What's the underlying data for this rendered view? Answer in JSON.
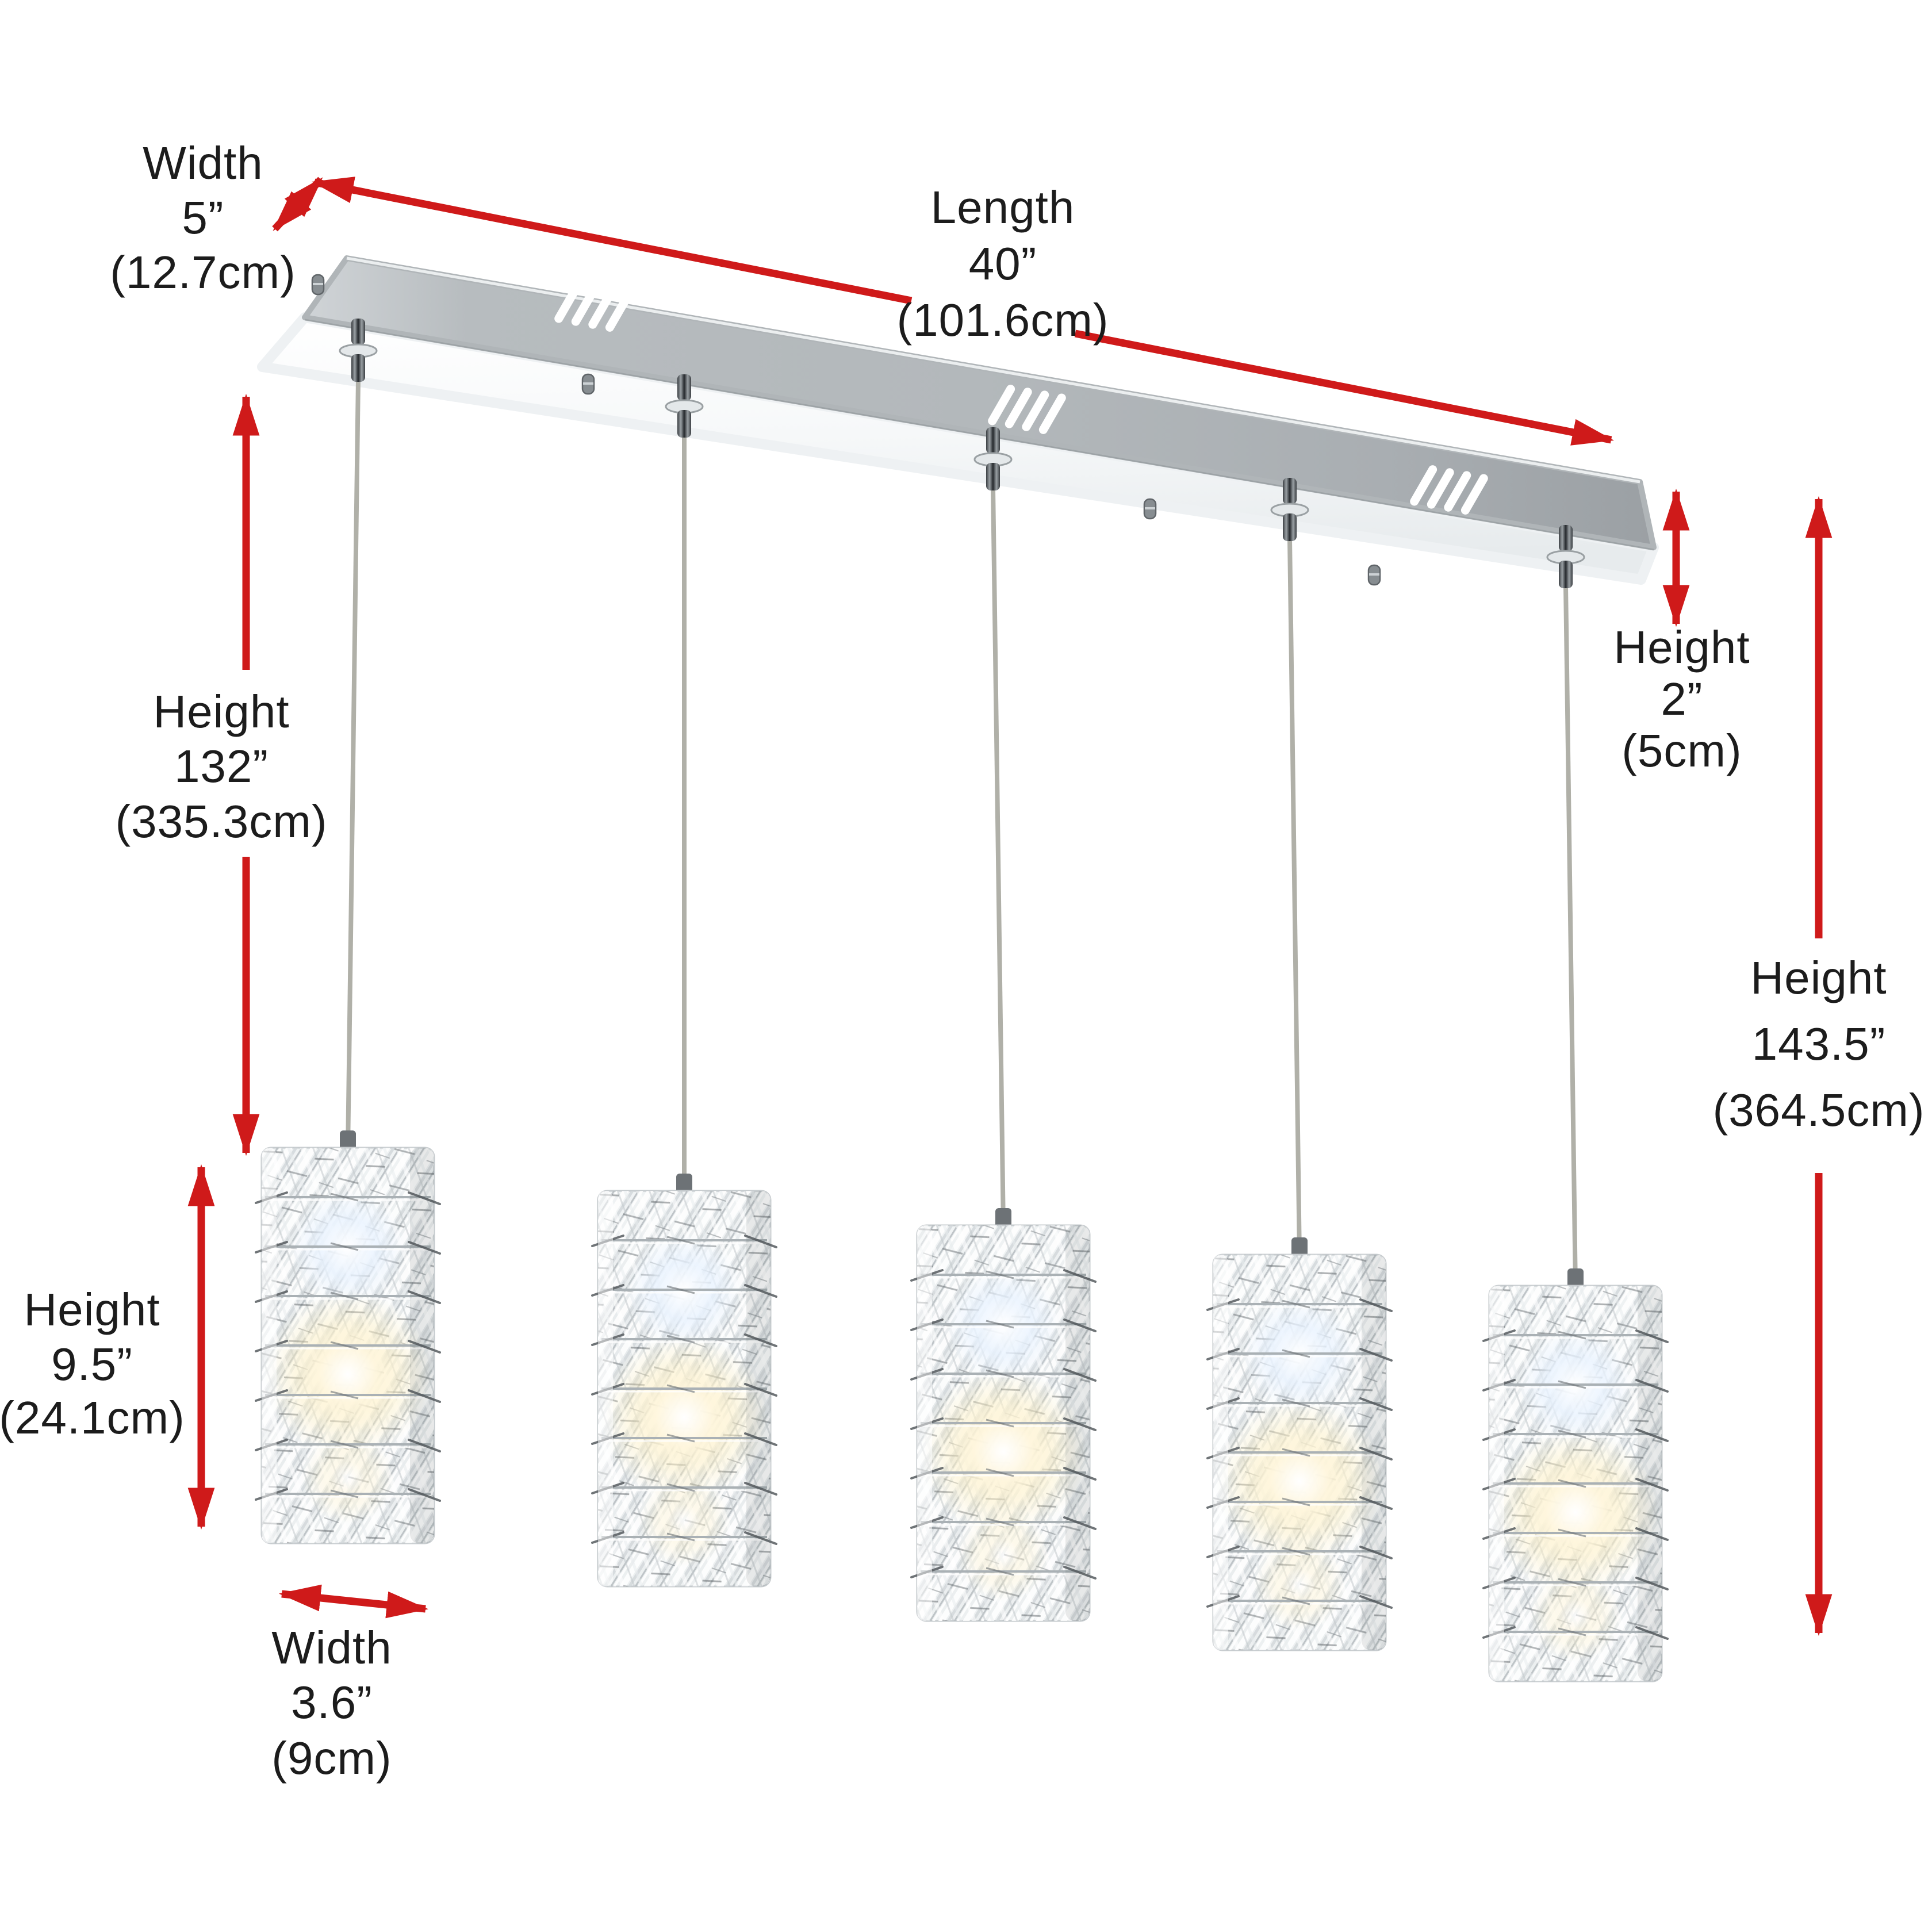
{
  "title": "5-Light Crystal Pendant Chandelier Dimension Diagram",
  "accent_color": "#cf1a1a",
  "text_color": "#1c1c1c",
  "labels": {
    "canopy_width": {
      "line1": "Width",
      "line2": "5”",
      "line3": "(12.7cm)"
    },
    "canopy_length": {
      "line1": "Length",
      "line2": "40”",
      "line3": "(101.6cm)"
    },
    "drop_height": {
      "line1": "Height",
      "line2": "132”",
      "line3": "(335.3cm)"
    },
    "canopy_height": {
      "line1": "Height",
      "line2": "2”",
      "line3": "(5cm)"
    },
    "total_height": {
      "line1": "Height",
      "line2": "143.5”",
      "line3": "(364.5cm)"
    },
    "shade_height": {
      "line1": "Height",
      "line2": "9.5”",
      "line3": "(24.1cm)"
    },
    "shade_width": {
      "line1": "Width",
      "line2": "3.6”",
      "line3": "(9cm)"
    }
  },
  "fixture": {
    "icon": "crystal-pendant-light",
    "pendant_count": 5,
    "canopy_vent_groups": 3,
    "canopy_color": "#b3b8bb",
    "cable_color": "#b0b0a8",
    "pendant_glow_color": "#fff6dc"
  }
}
